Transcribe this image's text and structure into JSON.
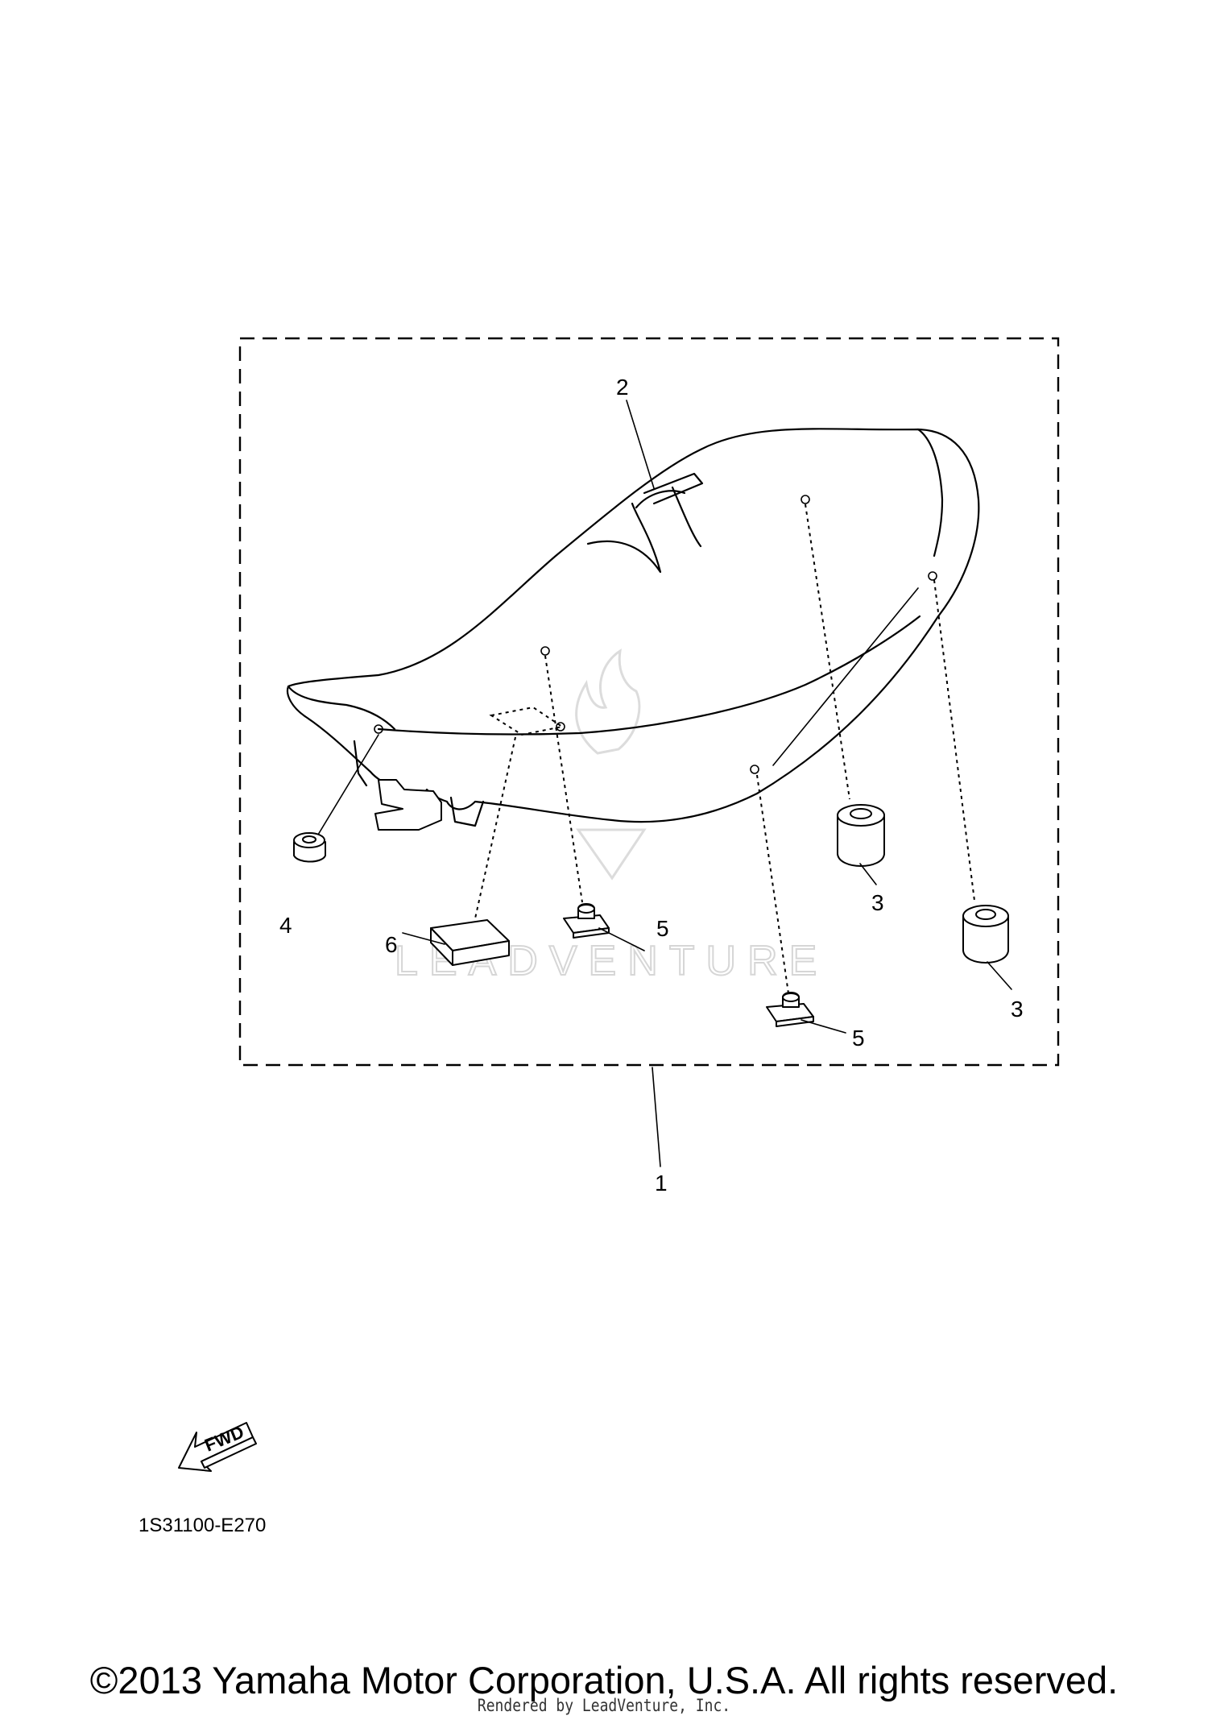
{
  "callouts": {
    "c1": "1",
    "c2": "2",
    "c3a": "3",
    "c3b": "3",
    "c4": "4",
    "c5a": "5",
    "c5b": "5",
    "c6": "6"
  },
  "fwd_label": "FWD",
  "diagram_code": "1S31100-E270",
  "watermark": "LEADVENTURE",
  "copyright": "©2013 Yamaha Motor Corporation, U.S.A. All rights reserved.",
  "rendered_by": "Rendered by LeadVenture, Inc.",
  "icons": {
    "fwd": "fwd-arrow-icon",
    "watermark": "leadventure-flame-logo"
  },
  "colors": {
    "line": "#000000",
    "background": "#ffffff",
    "watermark": "#d6d6d6"
  }
}
